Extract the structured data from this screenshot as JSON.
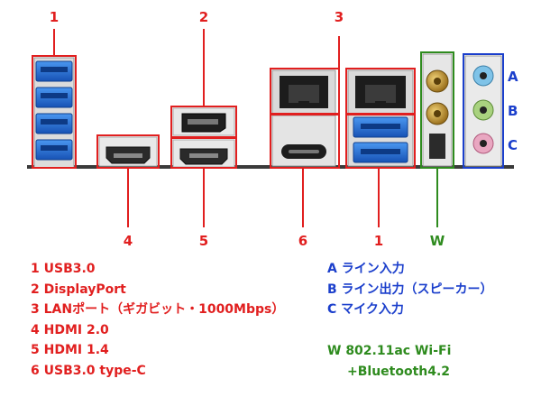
{
  "callouts": {
    "red_numbers": [
      "1",
      "2",
      "3",
      "4",
      "5",
      "6",
      "1"
    ],
    "blue_letters": [
      "A",
      "B",
      "C"
    ],
    "green_letter": "W"
  },
  "legend": {
    "left": [
      "1 USB3.0",
      "2 DisplayPort",
      "3 LANポート（ギガビット・1000Mbps）",
      "4 HDMI 2.0",
      "5 HDMI 1.4",
      "6 USB3.0 type-C"
    ],
    "right": [
      "A ライン入力",
      "B ライン出力（スピーカー）",
      "C マイク入力"
    ],
    "wifi": [
      "W 802.11ac Wi-Fi",
      "+Bluetooth4.2"
    ]
  },
  "colors": {
    "red": "#e11f1f",
    "blue": "#1b3fcc",
    "green": "#2e8b1e",
    "usb_blue": "#1f6fd6",
    "panel": "#f2f2f2",
    "bar": "#3a3a3a"
  }
}
